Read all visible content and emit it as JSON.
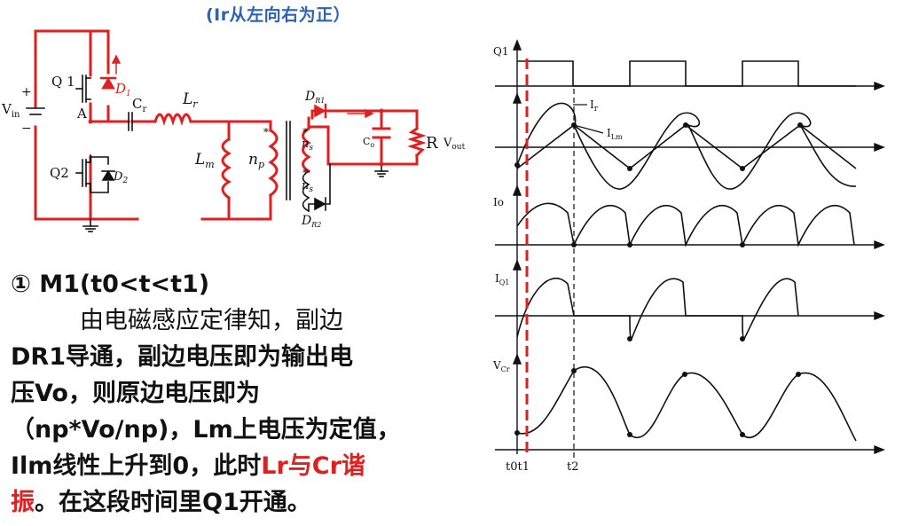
{
  "header_note": "(Ir从左向右为正）",
  "circuit": {
    "vin": "V",
    "vin_sub": "in",
    "plus": "+",
    "minus": "−",
    "q1": "Q 1",
    "q2": "Q2",
    "d1": "D",
    "d1_sub": "1",
    "d2": "D",
    "d2_sub": "2",
    "node_a": "A",
    "cr": "C",
    "cr_sub": "r",
    "lr": "L",
    "lr_sub": "r",
    "lm": "L",
    "lm_sub": "m",
    "np": "n",
    "np_sub": "p",
    "ns1": "n",
    "ns1_sub": "s",
    "ns2": "n",
    "ns2_sub": "s",
    "dr1": "D",
    "dr1_sub": "R1",
    "dr2": "D",
    "dr2_sub": "R2",
    "co": "C",
    "co_sub": "o",
    "r": "R",
    "vout": "V",
    "vout_sub": "out",
    "dot": "*"
  },
  "description": {
    "title": "① M1(t0<t<t1)",
    "l1": "由电磁感应定律知，副边",
    "l2": "DR1导通，副边电压即为输出电",
    "l3": "压Vo，则原边电压即为",
    "l4": "（np*Vo/np)，Lm上电压为定值，",
    "l5a": "Ilm线性上升到0，此时",
    "l5b": "Lr与Cr谐",
    "l6a": "振",
    "l6b": "。在这段时间里Q1开通。"
  },
  "waveforms": {
    "q1": "Q1",
    "ir": "I",
    "ir_sub": "r",
    "ilm": "I",
    "ilm_sub": "Lm",
    "io": "Io",
    "iq1": "I",
    "iq1_sub": "Q1",
    "vcr": "V",
    "vcr_sub": "Cr",
    "t0t1": "t0t1",
    "t2": "t2"
  },
  "colors": {
    "highlight": "#e02020",
    "note_blue": "#2f62b0",
    "ink": "#111111"
  }
}
